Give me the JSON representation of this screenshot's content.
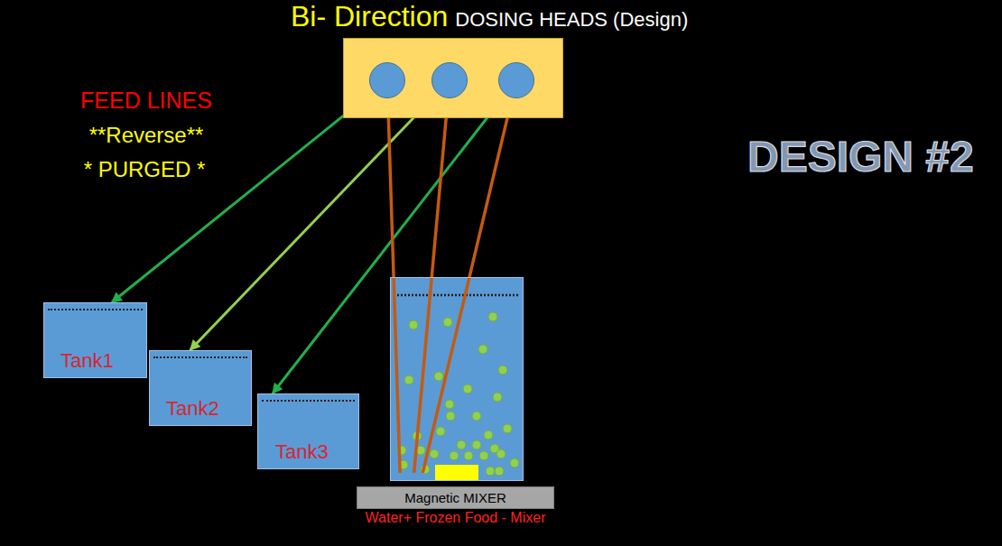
{
  "diagram": {
    "title": "Bi- Direction",
    "nodes": [
      {
        "text": []
      },
      {
        "text": [],
        "in": 0
      },
      {
        "text": [],
        "in": 0
      },
      {
        "text": [],
        "in": 0
      },
      {
        "text": [
          "Tank1"
        ]
      },
      {
        "text": [
          "Tank2"
        ]
      },
      {
        "text": [
          "Tank3"
        ]
      },
      {
        "text": []
      },
      {
        "text": [
          "Magnetic MIXER",
          "Water+ Frozen Food - Mixer"
        ]
      }
    ],
    "edges": [
      {
        "from": 1,
        "to": 4,
        "arrow": "both"
      },
      {
        "from": 2,
        "to": 5,
        "arrow": "both"
      },
      {
        "from": 3,
        "to": 6,
        "arrow": "both"
      },
      {
        "from": 1,
        "to": 7,
        "arrow": "none"
      },
      {
        "from": 2,
        "to": 7,
        "arrow": "none"
      },
      {
        "from": 3,
        "to": 7,
        "arrow": "none"
      }
    ],
    "labels": [
      "DOSING HEADS (Design)",
      "FEED LINES",
      "**Reverse**",
      "* PURGED *",
      "DESIGN #2"
    ]
  }
}
